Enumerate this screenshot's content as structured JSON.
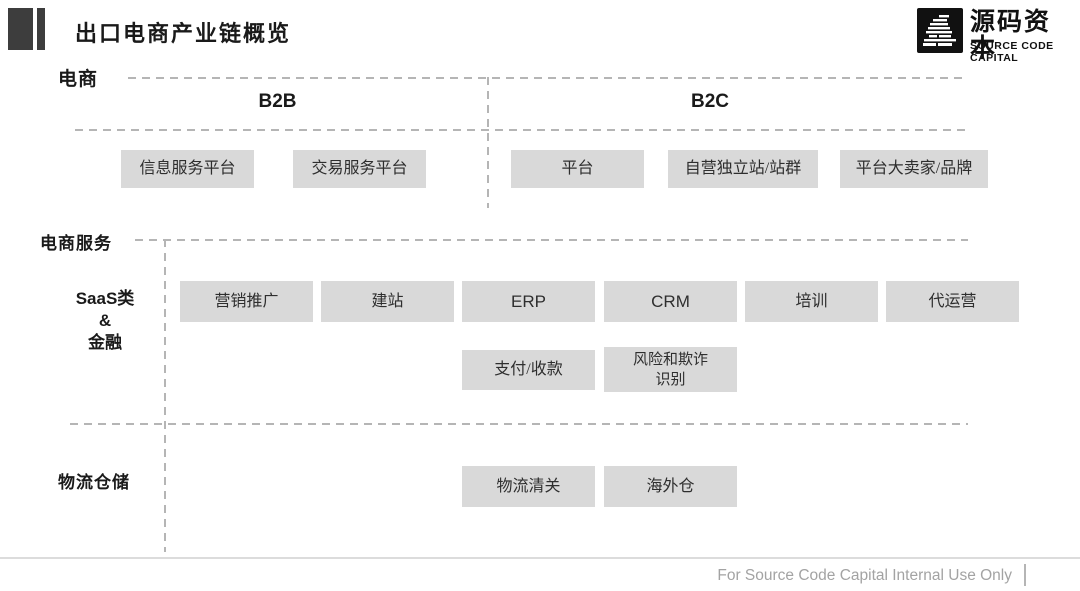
{
  "header": {
    "title": "出口电商产业链概览",
    "logo": {
      "cn": "源码资本",
      "en": "SOURCE CODE CAPITAL"
    }
  },
  "ecommerce": {
    "label": "电商",
    "b2b": {
      "label": "B2B",
      "items": [
        "信息服务平台",
        "交易服务平台"
      ]
    },
    "b2c": {
      "label": "B2C",
      "items": [
        "平台",
        "自营独立站/站群",
        "平台大卖家/品牌"
      ]
    }
  },
  "services": {
    "label": "电商服务",
    "saas": {
      "label_line1": "SaaS类",
      "label_line2": "&",
      "label_line3": "金融",
      "row1": [
        "营销推广",
        "建站",
        "ERP",
        "CRM",
        "培训",
        "代运营"
      ],
      "pay": "支付/收款",
      "risk_line1": "风险和欺诈",
      "risk_line2": "识别"
    },
    "logistics": {
      "label": "物流仓储",
      "items": [
        "物流清关",
        "海外仓"
      ]
    }
  },
  "footer": {
    "text": "For Source Code Capital Internal Use Only"
  },
  "colors": {
    "box_fill": "#d9d9d9",
    "title_bar": "#3d3d3d",
    "dash_line": "#b5b5b5",
    "footer_text": "#a3a3a3",
    "logo_bg": "#111111"
  }
}
